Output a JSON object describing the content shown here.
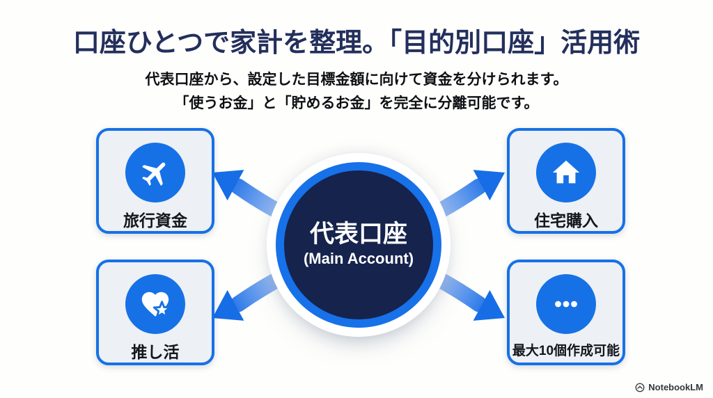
{
  "header": {
    "title": "口座ひとつで家計を整理。「目的別口座」活用術",
    "subtitle_line1": "代表口座から、設定した目標金額に向けて資金を分けられます。",
    "subtitle_line2": "「使うお金」と「貯めるお金」を完全に分離可能です。"
  },
  "hub": {
    "label": "代表口座",
    "sublabel": "(Main Account)"
  },
  "nodes": [
    {
      "label": "旅行資金",
      "icon": "airplane-icon",
      "position": "top-left"
    },
    {
      "label": "住宅購入",
      "icon": "house-icon",
      "position": "top-right"
    },
    {
      "label": "推し活",
      "icon": "heart-star-icon",
      "position": "bottom-left"
    },
    {
      "label": "最大10個作成可能",
      "icon": "ellipsis-icon",
      "position": "bottom-right"
    }
  ],
  "watermark": {
    "text": "NotebookLM"
  },
  "colors": {
    "accent_blue": "#1671E6",
    "hub_navy": "#16234D",
    "hub_ring_blue": "#1771E8",
    "title_navy": "#232F5C",
    "card_fill": "#EDF0F4",
    "text_dark": "#14171C",
    "background": "#FEFEFC",
    "arrow_gradient_start": "#DCE8FA",
    "arrow_gradient_end": "#176DE6"
  }
}
